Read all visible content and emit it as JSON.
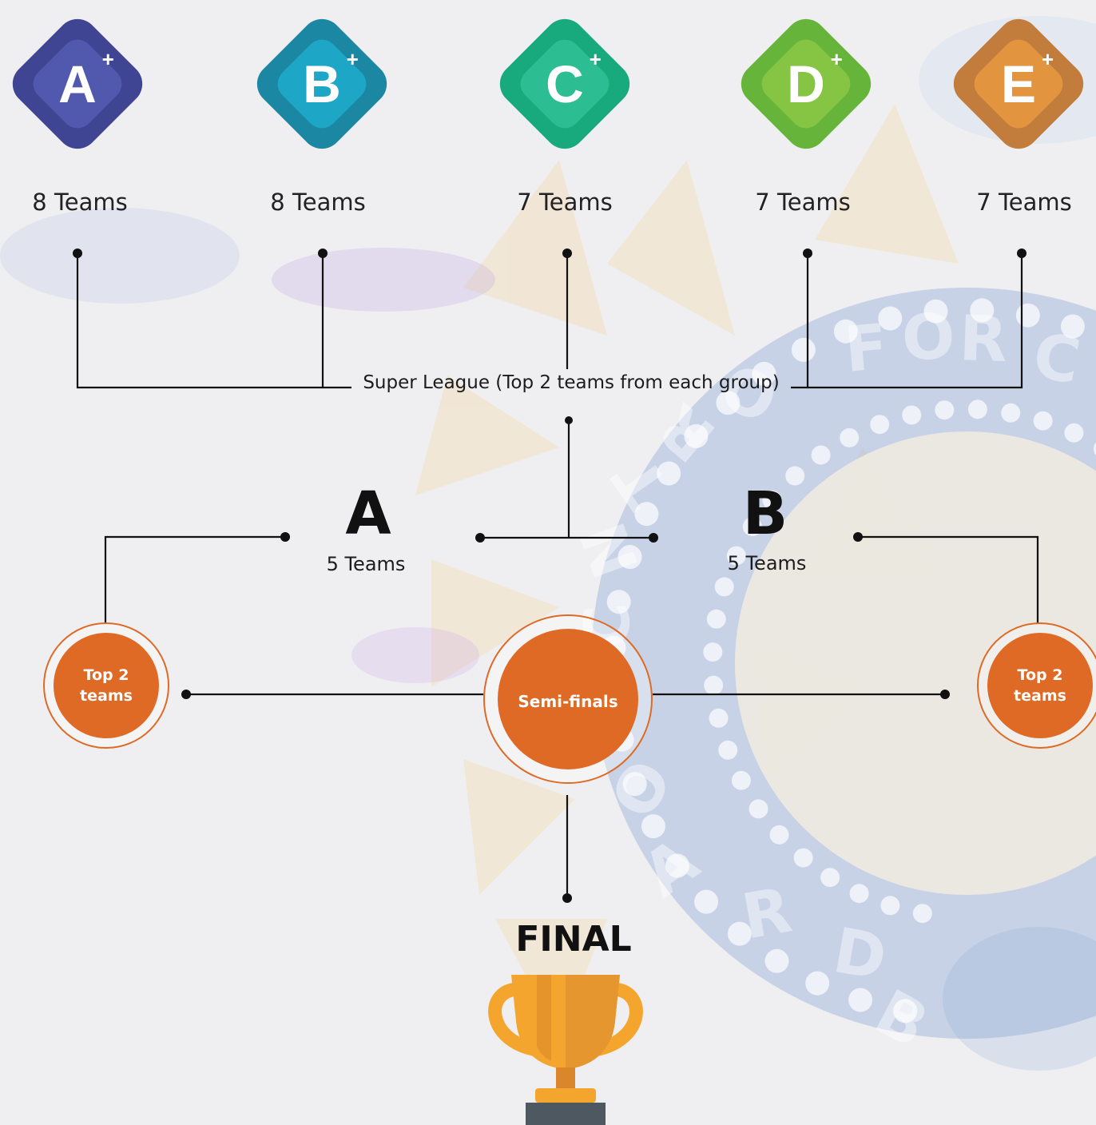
{
  "groups": [
    {
      "letter": "A",
      "sup": "+",
      "teams": "8 Teams",
      "color": "#3f4592",
      "inner": "#5059ad"
    },
    {
      "letter": "B",
      "sup": "+",
      "teams": "8 Teams",
      "color": "#1c87a3",
      "inner": "#1ea6c6"
    },
    {
      "letter": "C",
      "sup": "+",
      "teams": "7 Teams",
      "color": "#18aa7c",
      "inner": "#2dbd92"
    },
    {
      "letter": "D",
      "sup": "+",
      "teams": "7 Teams",
      "color": "#66b53a",
      "inner": "#85c543"
    },
    {
      "letter": "E",
      "sup": "+",
      "teams": "7 Teams",
      "color": "#c27d3d",
      "inner": "#e2953e"
    }
  ],
  "super_league": "Super League (Top 2 teams from each group)",
  "pools": [
    {
      "letter": "A",
      "teams": "5 Teams"
    },
    {
      "letter": "B",
      "teams": "5 Teams"
    }
  ],
  "left_circle": "Top 2\nteams",
  "right_circle": "Top 2\nteams",
  "semi": "Semi-finals",
  "final": "FINAL",
  "colors": {
    "orange": "#de6a26",
    "line": "#111111",
    "watermark": "#6f8fc6",
    "trophy": "#f3a52e",
    "trophy_dark": "#d9872a",
    "base": "#4d5861"
  },
  "watermark_text": [
    "B",
    "O",
    "A",
    "R",
    "D",
    "O",
    "F",
    "C",
    "O",
    "N",
    "T",
    "R",
    "O",
    "L",
    "F",
    "O",
    "R",
    "C"
  ]
}
